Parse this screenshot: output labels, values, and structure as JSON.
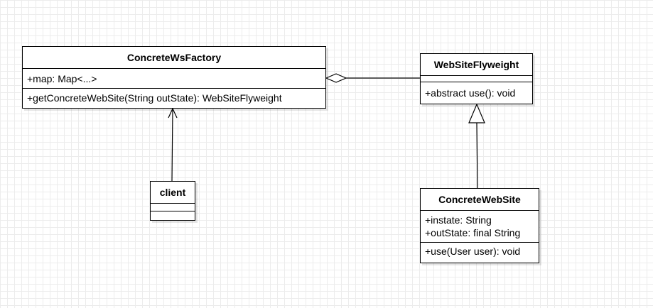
{
  "classes": {
    "factory": {
      "name": "ConcreteWsFactory",
      "attributes": [
        "+map: Map<...>"
      ],
      "operations": [
        "+getConcreteWebSite(String outState): WebSiteFlyweight"
      ]
    },
    "flyweight": {
      "name": "WebSiteFlyweight",
      "attributes": [],
      "operations": [
        "+abstract use(): void"
      ]
    },
    "concrete": {
      "name": "ConcreteWebSite",
      "attributes": [
        "+instate: String",
        "+outState: final String"
      ],
      "operations": [
        "+use(User user): void"
      ]
    },
    "client": {
      "name": "client",
      "attributes": [],
      "operations": []
    }
  },
  "relations": [
    {
      "type": "aggregation",
      "from": "flyweight",
      "to": "factory"
    },
    {
      "type": "generalization",
      "from": "concrete",
      "to": "flyweight"
    },
    {
      "type": "dependency",
      "from": "client",
      "to": "factory"
    }
  ],
  "colors": {
    "border": "#000000",
    "background": "#ffffff",
    "grid": "#ececec"
  }
}
